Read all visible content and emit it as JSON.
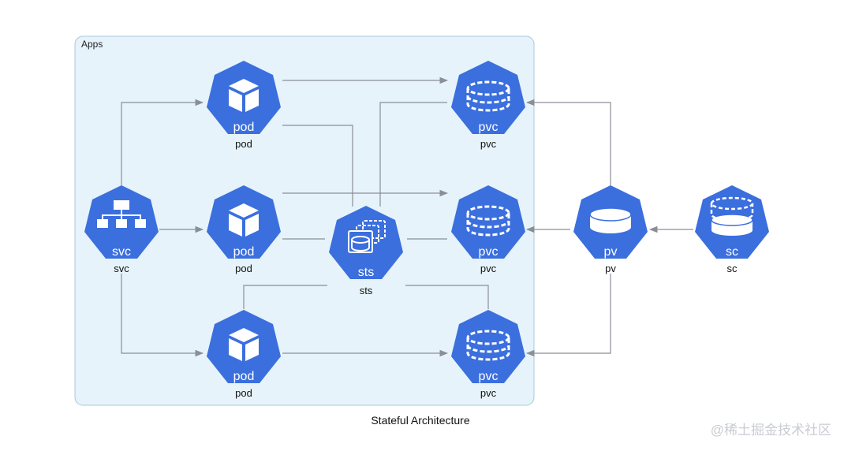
{
  "diagram": {
    "title": "Stateful Architecture",
    "cluster_label": "Apps",
    "watermark": "@稀土掘金技术社区",
    "colors": {
      "node_fill": "#3b6fde",
      "cluster_fill": "#e6f3fa",
      "cluster_stroke": "#a9c8dd",
      "edge": "#8a8f96"
    },
    "nodes": {
      "svc": {
        "label": "svc",
        "caption": "svc",
        "icon": "svc-icon"
      },
      "pod1": {
        "label": "pod",
        "caption": "pod",
        "icon": "pod-cube-icon"
      },
      "pod2": {
        "label": "pod",
        "caption": "pod",
        "icon": "pod-cube-icon"
      },
      "pod3": {
        "label": "pod",
        "caption": "pod",
        "icon": "pod-cube-icon"
      },
      "sts": {
        "label": "sts",
        "caption": "sts",
        "icon": "statefulset-icon"
      },
      "pvc1": {
        "label": "pvc",
        "caption": "pvc",
        "icon": "pvc-dashed-cylinder-icon"
      },
      "pvc2": {
        "label": "pvc",
        "caption": "pvc",
        "icon": "pvc-dashed-cylinder-icon"
      },
      "pvc3": {
        "label": "pvc",
        "caption": "pvc",
        "icon": "pvc-dashed-cylinder-icon"
      },
      "pv": {
        "label": "pv",
        "caption": "pv",
        "icon": "pv-cylinder-icon"
      },
      "sc": {
        "label": "sc",
        "caption": "sc",
        "icon": "storage-class-icon"
      }
    },
    "edges": [
      [
        "svc",
        "pod1"
      ],
      [
        "svc",
        "pod2"
      ],
      [
        "svc",
        "pod3"
      ],
      [
        "pod1",
        "pvc1"
      ],
      [
        "pod2",
        "pvc2"
      ],
      [
        "pod3",
        "pvc3"
      ],
      [
        "sts",
        "pod1"
      ],
      [
        "sts",
        "pod2"
      ],
      [
        "sts",
        "pod3"
      ],
      [
        "sts",
        "pvc1"
      ],
      [
        "sts",
        "pvc2"
      ],
      [
        "sts",
        "pvc3"
      ],
      [
        "pv",
        "pvc1"
      ],
      [
        "pv",
        "pvc2"
      ],
      [
        "pv",
        "pvc3"
      ],
      [
        "sc",
        "pv"
      ]
    ]
  }
}
